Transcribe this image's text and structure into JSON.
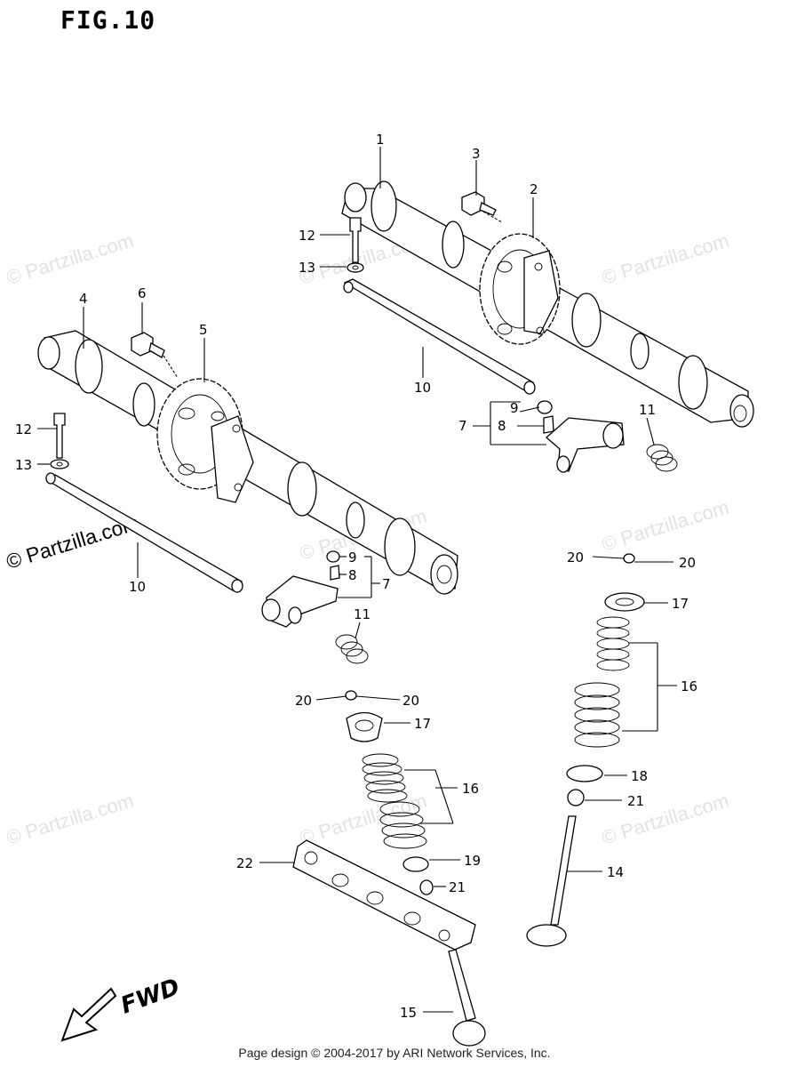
{
  "figure": {
    "title": "FIG.10"
  },
  "watermark": {
    "text": "© Partzilla.com",
    "prominent_text": "© Partzilla.com"
  },
  "callouts": {
    "c1": "1",
    "c2": "2",
    "c3": "3",
    "c4": "4",
    "c5": "5",
    "c6": "6",
    "c7a": "7",
    "c8a": "8",
    "c9a": "9",
    "c10a": "10",
    "c11a": "11",
    "c12a": "12",
    "c13a": "13",
    "c7b": "7",
    "c8b": "8",
    "c9b": "9",
    "c10b": "10",
    "c11b": "11",
    "c12b": "12",
    "c13b": "13",
    "c14": "14",
    "c15": "15",
    "c16a": "16",
    "c16b": "16",
    "c17a": "17",
    "c17b": "17",
    "c18": "18",
    "c19": "19",
    "c20a": "20",
    "c20b": "20",
    "c20c": "20",
    "c20d": "20",
    "c21a": "21",
    "c21b": "21",
    "c22": "22"
  },
  "direction_label": "FWD",
  "footer": {
    "text": "Page design © 2004-2017 by ARI Network Services, Inc."
  }
}
